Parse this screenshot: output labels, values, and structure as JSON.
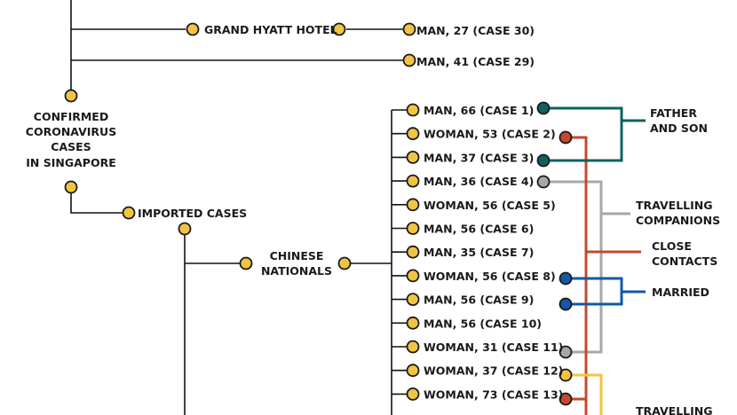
{
  "colors": {
    "node_fill": "#f2c443",
    "father_son": "#0f6161",
    "close_contacts": "#c4492d",
    "travelling_companions": "#a3a8ad",
    "married": "#1358a8",
    "travelling_companions_2": "#f5c33b"
  },
  "top": {
    "hotel_label": "GRAND HYATT HOTEL",
    "case30_label": "MAN, 27 (CASE 30)",
    "case29_label": "MAN, 41 (CASE 29)"
  },
  "root": {
    "line1": "CONFIRMED",
    "line2": "CORONAVIRUS",
    "line3": "CASES",
    "line4": "IN SINGAPORE"
  },
  "imported_label": "IMPORTED CASES",
  "nationals": {
    "line1": "CHINESE",
    "line2": "NATIONALS"
  },
  "cases": [
    "MAN, 66 (CASE 1)",
    "WOMAN, 53 (CASE 2)",
    "MAN, 37 (CASE 3)",
    "MAN, 36 (CASE 4)",
    "WOMAN, 56 (CASE 5)",
    "MAN, 56 (CASE 6)",
    "MAN, 35 (CASE 7)",
    "WOMAN, 56 (CASE 8)",
    "MAN, 56 (CASE 9)",
    "MAN, 56 (CASE 10)",
    "WOMAN, 31 (CASE 11)",
    "WOMAN, 37 (CASE 12)",
    "WOMAN, 73 (CASE 13)"
  ],
  "relations": {
    "father_son_1": "FATHER",
    "father_son_2": "AND SON",
    "travelling_1": "TRAVELLING",
    "travelling_2": "COMPANIONS",
    "close_1": "CLOSE",
    "close_2": "CONTACTS",
    "married": "MARRIED",
    "travelling_bottom": "TRAVELLING"
  }
}
